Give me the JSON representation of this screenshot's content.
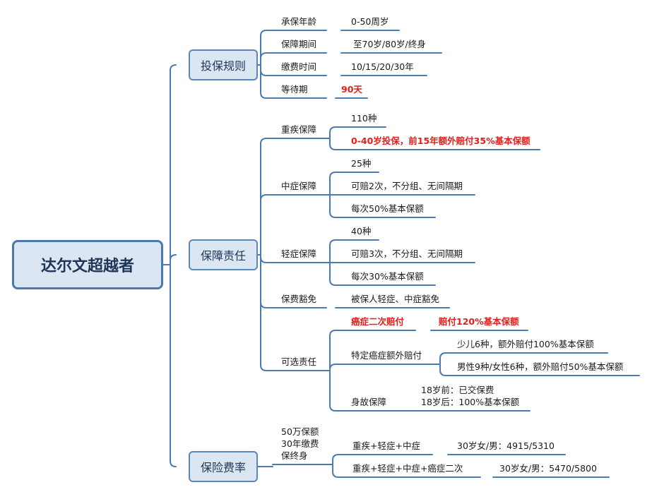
{
  "root": {
    "label": "达尔文超越者"
  },
  "rules": {
    "label": "投保规则",
    "items": [
      {
        "label": "承保年龄",
        "value": "0-50周岁"
      },
      {
        "label": "保障期间",
        "value": "至70岁/80岁/终身"
      },
      {
        "label": "缴费时间",
        "value": "10/15/20/30年"
      },
      {
        "label": "等待期",
        "value": "90天"
      }
    ]
  },
  "coverage": {
    "label": "保障责任",
    "critical": {
      "label": "重疾保障",
      "items": [
        "110种",
        "0-40岁投保，前15年额外赔付35%基本保额"
      ]
    },
    "moderate": {
      "label": "中症保障",
      "items": [
        "25种",
        "可赔2次，不分组、无间隔期",
        "每次50%基本保额"
      ]
    },
    "mild": {
      "label": "轻症保障",
      "items": [
        "40种",
        "可赔3次，不分组、无间隔期",
        "每次30%基本保额"
      ]
    },
    "waiver": {
      "label": "保费豁免",
      "value": "被保人轻症、中症豁免"
    },
    "optional": {
      "label": "可选责任",
      "cancer_second": {
        "label": "癌症二次赔付",
        "value": "赔付120%基本保额"
      },
      "specific_cancer": {
        "label": "特定癌症额外赔付",
        "items": [
          "少儿6种，额外赔付100%基本保额",
          "男性9种/女性6种，额外赔付50%基本保额"
        ]
      },
      "death": {
        "label": "身故保障",
        "lines": [
          "18岁前：已交保费",
          "18岁后：100%基本保额"
        ]
      }
    }
  },
  "premium": {
    "label": "保险费率",
    "condition_lines": [
      "50万保额",
      "30年缴费",
      "保终身"
    ],
    "plans": [
      {
        "label": "重疾+轻症+中症",
        "value": "30岁女/男：4915/5310"
      },
      {
        "label": "重疾+轻症+中症+癌症二次",
        "value": "30岁女/男：5470/5800"
      }
    ]
  },
  "colors": {
    "line": "#4a7ab0",
    "node_fill": "#dbe6f3",
    "highlight": "#e0201b"
  }
}
